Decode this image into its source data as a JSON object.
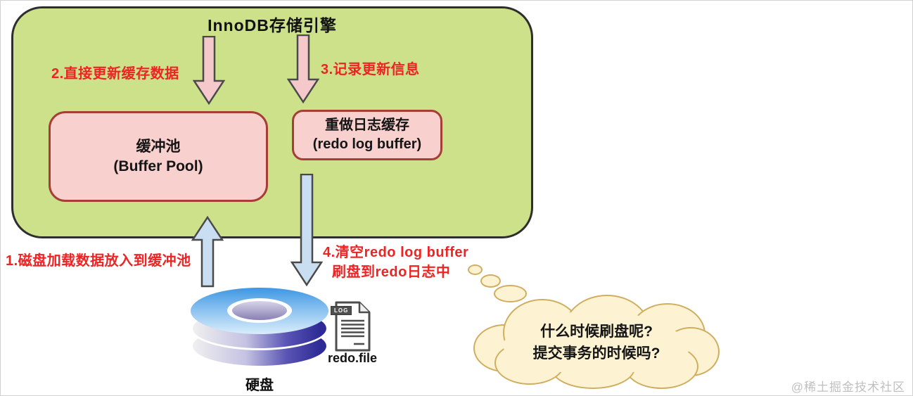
{
  "diagram": {
    "engine": {
      "title": "InnoDB存储引擎"
    },
    "buffer_pool": {
      "name_cn": "缓冲池",
      "name_en": "(Buffer Pool)"
    },
    "redo_log_buffer": {
      "name_cn": "重做日志缓存",
      "name_en": "(redo log buffer)"
    },
    "steps": {
      "step1": "1.磁盘加载数据放入到缓冲池",
      "step2": "2.直接更新缓存数据",
      "step3": "3.记录更新信息",
      "step4_line1": "4.清空redo log buffer",
      "step4_line2": "刷盘到redo日志中"
    },
    "disk": {
      "label": "硬盘"
    },
    "redo_file": {
      "badge": "LOG",
      "label": "redo.file"
    },
    "thought_cloud": {
      "line1": "什么时候刷盘呢?",
      "line2": "提交事务的时候吗?"
    },
    "watermark": "@稀土掘金技术社区",
    "colors": {
      "engine_fill": "#cde18b",
      "engine_border": "#2e2e2e",
      "box_fill": "#f8d1cf",
      "box_border": "#a63d36",
      "pink_arrow_fill": "#f5c9cc",
      "blue_arrow_fill": "#cadef2",
      "arrow_outline": "#4a4a4a",
      "step_text_red": "#ee2424",
      "cloud_fill": "#fdf3d3",
      "cloud_border": "#d0ae60"
    }
  }
}
